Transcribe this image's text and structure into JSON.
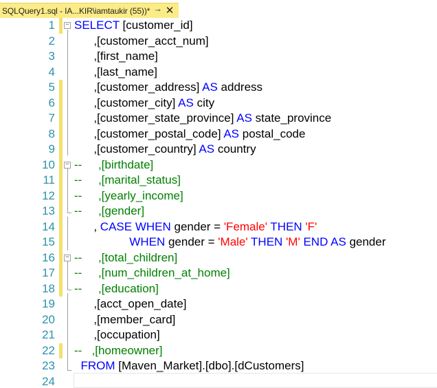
{
  "tab": {
    "title": "SQLQuery1.sql - IA...KIR\\iamtaukir (55))*",
    "pin_glyph": "⊸",
    "close_glyph": "✕"
  },
  "colors": {
    "keyword": "#0000ff",
    "string": "#ff0000",
    "comment": "#008000",
    "line_number": "#2b91af",
    "change_marker": "#f4e06a",
    "tab_background": "#fcec88"
  },
  "editor": {
    "fold_collapse_glyph": "−",
    "lines": [
      {
        "num": "1",
        "select_kw": "SELECT",
        "t1": " [customer_id]"
      },
      {
        "num": "2",
        "t1": "      ,[customer_acct_num]"
      },
      {
        "num": "3",
        "t1": "      ,[first_name]"
      },
      {
        "num": "4",
        "t1": "      ,[last_name]"
      },
      {
        "num": "5",
        "t1": "      ,[customer_address] ",
        "kw": "AS",
        "t2": " address"
      },
      {
        "num": "6",
        "t1": "      ,[customer_city] ",
        "kw": "AS",
        "t2": " city"
      },
      {
        "num": "7",
        "t1": "      ,[customer_state_province] ",
        "kw": "AS",
        "t2": " state_province"
      },
      {
        "num": "8",
        "t1": "      ,[customer_postal_code] ",
        "kw": "AS",
        "t2": " postal_code"
      },
      {
        "num": "9",
        "t1": "      ,[customer_country] ",
        "kw": "AS",
        "t2": " country"
      },
      {
        "num": "10",
        "comment": "--     ,[birthdate]"
      },
      {
        "num": "11",
        "comment": "--     ,[marital_status]"
      },
      {
        "num": "12",
        "comment": "--     ,[yearly_income]"
      },
      {
        "num": "13",
        "comment": "--     ,[gender]"
      },
      {
        "num": "14",
        "t1": "      , ",
        "case_kw": "CASE",
        "t1b": " ",
        "when_kw": "WHEN",
        "t2": " gender = ",
        "str1": "'Female'",
        "t3": " ",
        "then_kw": "THEN",
        "t4": " ",
        "str2": "'F'"
      },
      {
        "num": "15",
        "t1": "                 ",
        "when_kw": "WHEN",
        "t2": " gender = ",
        "str1": "'Male'",
        "t3": " ",
        "then_kw": "THEN",
        "t4": " ",
        "str2": "'M'",
        "t5": " ",
        "end_kw": "END",
        "t6": " ",
        "as_kw": "AS",
        "t7": " gender"
      },
      {
        "num": "16",
        "comment": "--     ,[total_children]"
      },
      {
        "num": "17",
        "comment": "--     ,[num_children_at_home]"
      },
      {
        "num": "18",
        "comment": "--     ,[education]"
      },
      {
        "num": "19",
        "t1": "      ,[acct_open_date]"
      },
      {
        "num": "20",
        "t1": "      ,[member_card]"
      },
      {
        "num": "21",
        "t1": "      ,[occupation]"
      },
      {
        "num": "22",
        "comment": "--   ,[homeowner]"
      },
      {
        "num": "23",
        "t1": "  ",
        "from_kw": "FROM",
        "t2": " [Maven_Market].[dbo].[dCustomers]"
      },
      {
        "num": "24"
      }
    ]
  }
}
